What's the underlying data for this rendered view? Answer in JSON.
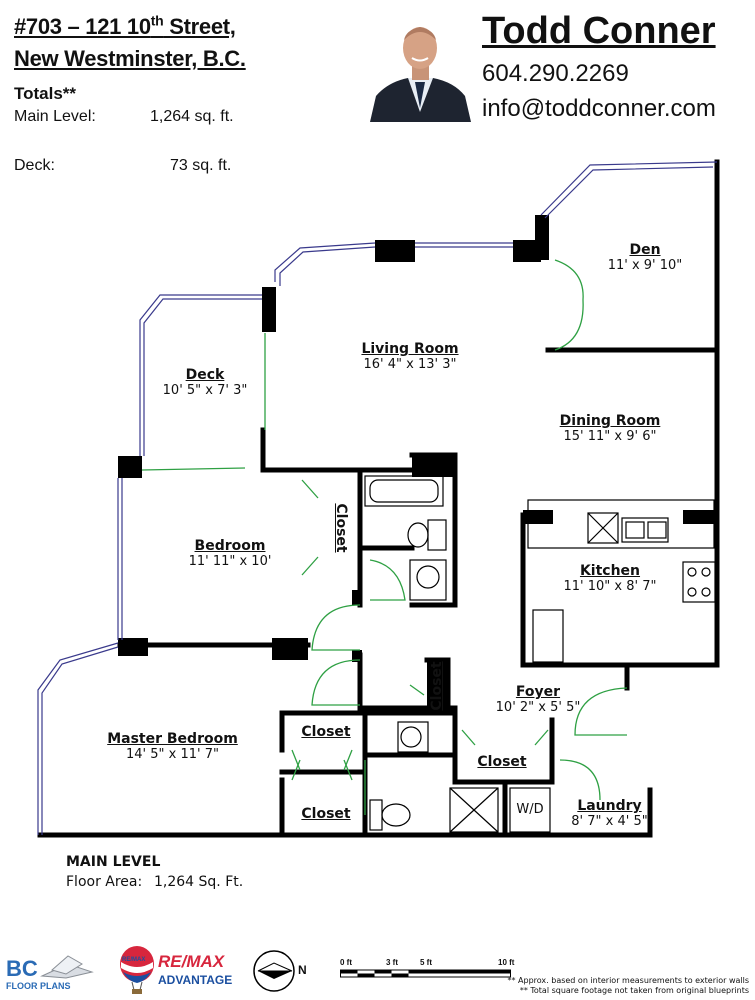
{
  "header": {
    "address_line1_pre": "#703 – 121 10",
    "address_line1_sup": "th",
    "address_line1_post": " Street,",
    "address_line2": "New Westminster, B.C."
  },
  "totals": {
    "title": "Totals**",
    "main_label": "Main Level:",
    "main_value": "1,264 sq. ft.",
    "deck_label": "Deck:",
    "deck_value": "73 sq. ft."
  },
  "agent": {
    "name": "Todd Conner",
    "phone": "604.290.2269",
    "email": "info@toddconner.com"
  },
  "rooms": {
    "den": {
      "name": "Den",
      "dims": "11' x 9' 10\""
    },
    "living": {
      "name": "Living Room",
      "dims": "16' 4\" x 13' 3\""
    },
    "deck": {
      "name": "Deck",
      "dims": "10' 5\" x 7' 3\""
    },
    "dining": {
      "name": "Dining Room",
      "dims": "15' 11\" x 9' 6\""
    },
    "bedroom": {
      "name": "Bedroom",
      "dims": "11' 11\" x 10'"
    },
    "kitchen": {
      "name": "Kitchen",
      "dims": "11' 10\" x 8' 7\""
    },
    "foyer": {
      "name": "Foyer",
      "dims": "10' 2\" x 5' 5\""
    },
    "master": {
      "name": "Master Bedroom",
      "dims": "14' 5\" x 11' 7\""
    },
    "laundry": {
      "name": "Laundry",
      "dims": "8' 7\" x 4' 5\""
    },
    "closet_label": "Closet",
    "wd_label": "W/D"
  },
  "footer": {
    "level_title": "MAIN LEVEL",
    "floor_area_label": "Floor Area:",
    "floor_area_value": "1,264  Sq. Ft.",
    "scale_labels": [
      "0 ft",
      "3 ft",
      "5 ft",
      "10 ft"
    ],
    "note_line1": "** Approx. based on interior measurements to exterior walls",
    "note_line2": "** Total square footage not taken from original blueprints",
    "compass_letter": "N",
    "logo_bc_text": "BC",
    "logo_bc_sub": "FLOOR PLANS",
    "logo_remax_badge": "RE/MAX",
    "logo_remax_text": "RE/MAX",
    "logo_remax_sub": "ADVANTAGE"
  },
  "colors": {
    "wall": "#000000",
    "window": "#3a3a8c",
    "door": "#2ea043",
    "remax_red": "#d7263d",
    "remax_blue": "#1b4fa0",
    "bc_blue": "#2a6bb5"
  }
}
